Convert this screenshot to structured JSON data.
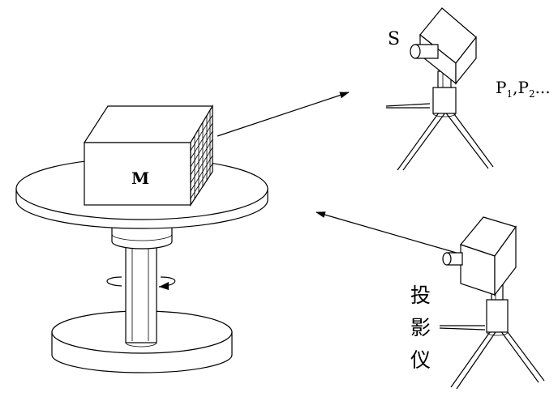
{
  "labels": {
    "object": "M",
    "source": "S",
    "positions": {
      "p1_base": "P",
      "p1_sub": "1",
      "sep": ",",
      "p2_base": "P",
      "p2_sub": "2",
      "suffix": "..."
    },
    "projector": [
      "投",
      "影",
      "仪"
    ]
  }
}
